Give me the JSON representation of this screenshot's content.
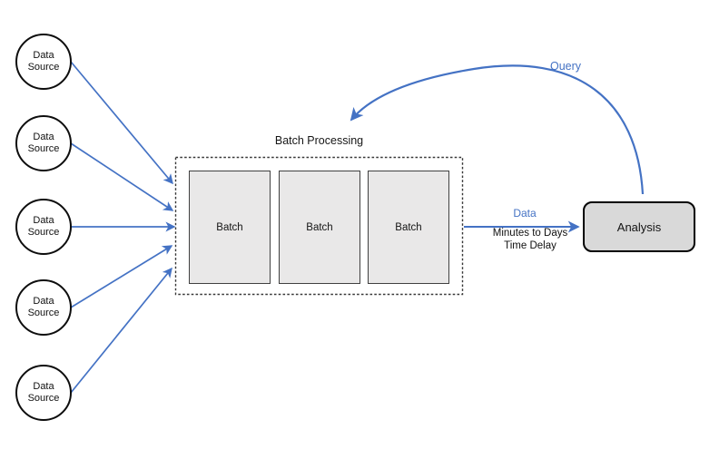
{
  "colors": {
    "arrow_blue": "#4472C4",
    "batch_fill": "#e9e8e8",
    "batch_border": "#404040",
    "analysis_fill": "#d9d9d9",
    "shape_border": "#000000",
    "background": "#ffffff"
  },
  "data_sources": [
    {
      "label": "Data Source"
    },
    {
      "label": "Data Source"
    },
    {
      "label": "Data Source"
    },
    {
      "label": "Data Source"
    },
    {
      "label": "Data Source"
    }
  ],
  "batch_processing": {
    "title": "Batch Processing",
    "batches": [
      {
        "label": "Batch"
      },
      {
        "label": "Batch"
      },
      {
        "label": "Batch"
      }
    ]
  },
  "analysis": {
    "label": "Analysis"
  },
  "flows": {
    "data": {
      "label": "Data",
      "delay_line1": "Minutes to Days",
      "delay_line2": "Time Delay"
    },
    "query": {
      "label": "Query"
    }
  }
}
